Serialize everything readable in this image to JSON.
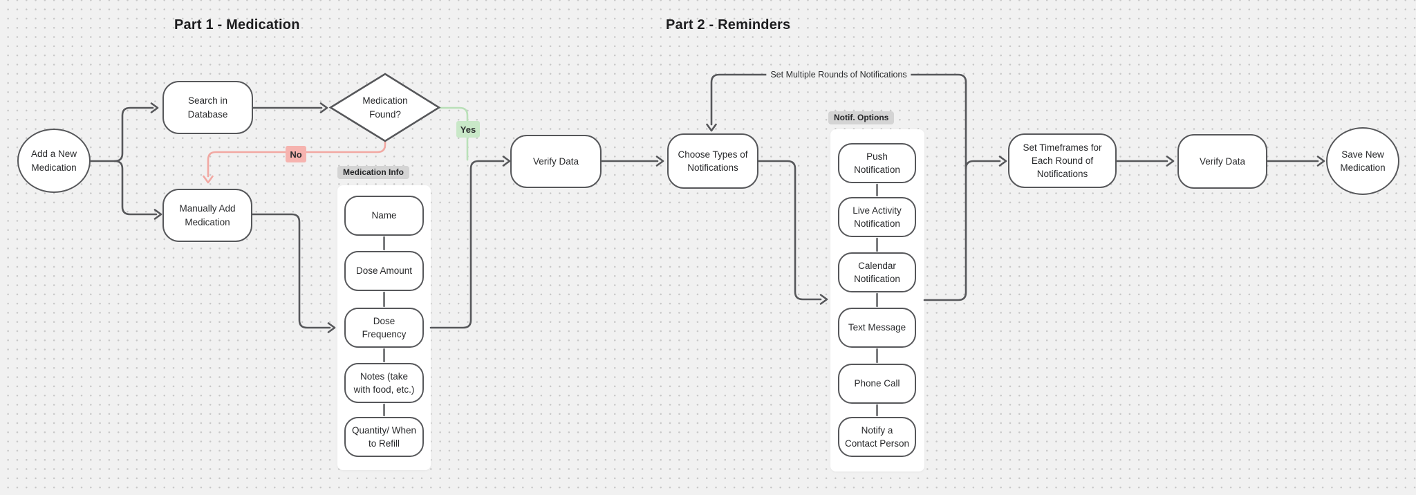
{
  "titles": {
    "part1": "Part 1 - Medication",
    "part2": "Part 2 - Reminders"
  },
  "nodes": {
    "start": {
      "label": "Add a New\nMedication",
      "shape": "ellipse"
    },
    "search_db": {
      "label": "Search in\nDatabase",
      "shape": "rounded-rect"
    },
    "medication_found": {
      "label": "Medication\nFound?",
      "shape": "diamond"
    },
    "manually_add": {
      "label": "Manually Add\nMedication",
      "shape": "rounded-rect"
    },
    "verify_data_1": {
      "label": "Verify Data",
      "shape": "rounded-rect"
    },
    "choose_types": {
      "label": "Choose Types of\nNotifications",
      "shape": "rounded-rect"
    },
    "set_timeframes": {
      "label": "Set Timeframes for\nEach Round of\nNotifications",
      "shape": "rounded-rect"
    },
    "verify_data_2": {
      "label": "Verify Data",
      "shape": "rounded-rect"
    },
    "save_new": {
      "label": "Save New\nMedication",
      "shape": "ellipse"
    }
  },
  "frames": {
    "medication_info": {
      "label": "Medication Info",
      "items": [
        "Name",
        "Dose Amount",
        "Dose\nFrequency",
        "Notes (take\nwith food, etc.)",
        "Quantity/ When\nto Refill"
      ]
    },
    "notif_options": {
      "label": "Notif. Options",
      "items": [
        "Push\nNotification",
        "Live Activity\nNotification",
        "Calendar\nNotification",
        "Text Message",
        "Phone Call",
        "Notify a\nContact Person"
      ]
    }
  },
  "edge_labels": {
    "yes": "Yes",
    "no": "No",
    "loop": "Set Multiple Rounds of Notifications"
  },
  "colors": {
    "canvas_bg": "#f1f1f1",
    "dot_grid": "#c7c7c7",
    "connector": "#56575a",
    "shape_fill": "#ffffff",
    "yes_line": "#b9e0b8",
    "yes_badge_bg": "#c9e8c8",
    "no_line": "#f2a8a2",
    "no_badge_bg": "#f6b3af",
    "frame_label_bg": "#d4d4d4"
  }
}
